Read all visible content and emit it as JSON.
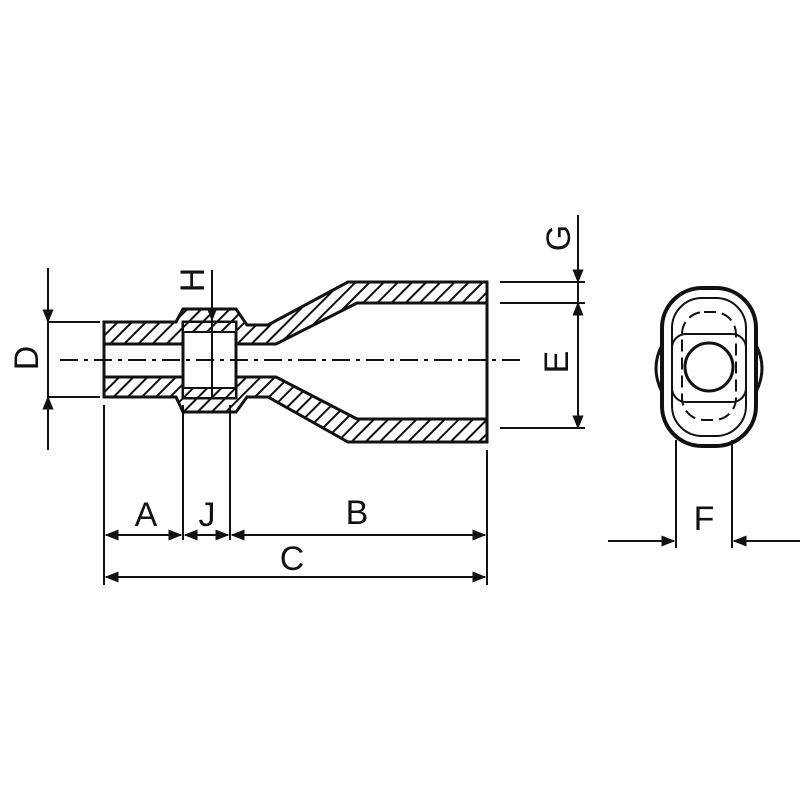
{
  "drawing": {
    "labels": {
      "A": "A",
      "J": "J",
      "B": "B",
      "C": "C",
      "D": "D",
      "E": "E",
      "F": "F",
      "G": "G",
      "H": "H"
    }
  }
}
